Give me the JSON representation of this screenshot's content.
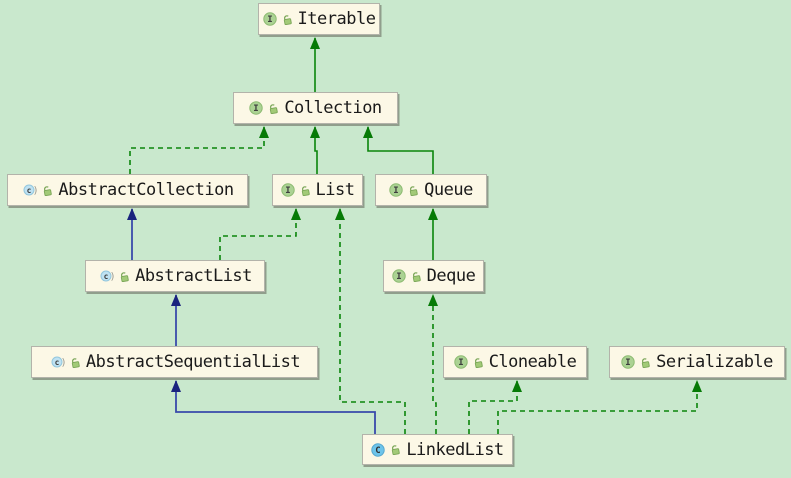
{
  "diagram": {
    "title": "Java LinkedList class hierarchy",
    "background_color": "#c9e8cd",
    "node_fill": "#fcf8e6",
    "edge_styles": {
      "extends_interface": {
        "color": "#0a850b",
        "line": "solid"
      },
      "implements": {
        "color": "#0a850b",
        "line": "dashed"
      },
      "extends_class": {
        "color": "#3949ab",
        "line": "solid"
      }
    },
    "icons": {
      "interface": "interface-icon",
      "abstract_class": "abstract-class-icon",
      "class": "class-icon",
      "readonly": "lock-icon"
    },
    "nodes": {
      "iterable": {
        "label": "Iterable",
        "kind": "interface",
        "readonly": true
      },
      "collection": {
        "label": "Collection",
        "kind": "interface",
        "readonly": true
      },
      "abstractCollection": {
        "label": "AbstractCollection",
        "kind": "abstract-class",
        "readonly": true
      },
      "list": {
        "label": "List",
        "kind": "interface",
        "readonly": true
      },
      "queue": {
        "label": "Queue",
        "kind": "interface",
        "readonly": true
      },
      "abstractList": {
        "label": "AbstractList",
        "kind": "abstract-class",
        "readonly": true
      },
      "deque": {
        "label": "Deque",
        "kind": "interface",
        "readonly": true
      },
      "abstractSequentialList": {
        "label": "AbstractSequentialList",
        "kind": "abstract-class",
        "readonly": true
      },
      "cloneable": {
        "label": "Cloneable",
        "kind": "interface",
        "readonly": true
      },
      "serializable": {
        "label": "Serializable",
        "kind": "interface",
        "readonly": true
      },
      "linkedList": {
        "label": "LinkedList",
        "kind": "class",
        "readonly": true
      }
    },
    "edges": [
      {
        "from": "Collection",
        "to": "Iterable",
        "relation": "extends",
        "style": "solid-green"
      },
      {
        "from": "AbstractCollection",
        "to": "Collection",
        "relation": "implements",
        "style": "dashed-green"
      },
      {
        "from": "List",
        "to": "Collection",
        "relation": "extends",
        "style": "solid-green"
      },
      {
        "from": "Queue",
        "to": "Collection",
        "relation": "extends",
        "style": "solid-green"
      },
      {
        "from": "AbstractList",
        "to": "AbstractCollection",
        "relation": "extends",
        "style": "solid-blue"
      },
      {
        "from": "AbstractList",
        "to": "List",
        "relation": "implements",
        "style": "dashed-green"
      },
      {
        "from": "Deque",
        "to": "Queue",
        "relation": "extends",
        "style": "solid-green"
      },
      {
        "from": "AbstractSequentialList",
        "to": "AbstractList",
        "relation": "extends",
        "style": "solid-blue"
      },
      {
        "from": "LinkedList",
        "to": "AbstractSequentialList",
        "relation": "extends",
        "style": "solid-blue"
      },
      {
        "from": "LinkedList",
        "to": "List",
        "relation": "implements",
        "style": "dashed-green"
      },
      {
        "from": "LinkedList",
        "to": "Deque",
        "relation": "implements",
        "style": "dashed-green"
      },
      {
        "from": "LinkedList",
        "to": "Cloneable",
        "relation": "implements",
        "style": "dashed-green"
      },
      {
        "from": "LinkedList",
        "to": "Serializable",
        "relation": "implements",
        "style": "dashed-green"
      }
    ]
  }
}
